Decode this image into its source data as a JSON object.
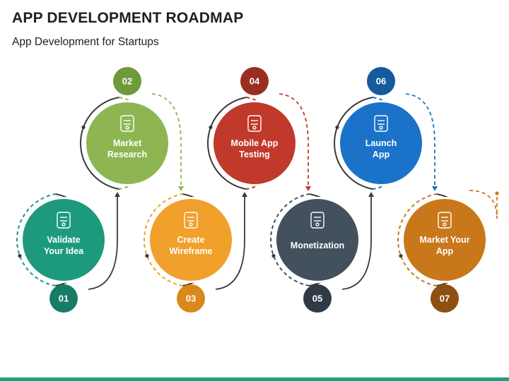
{
  "title": "APP DEVELOPMENT ROADMAP",
  "subtitle": "App Development for Startups",
  "colors": {
    "arc": "#3b3b3b",
    "bottom_bar": "#1e9e82"
  },
  "steps": [
    {
      "number": "01",
      "label": [
        "Validate",
        "Your Idea"
      ],
      "color": "#1d9a7e",
      "badge_color": "#177c66",
      "icon": "lightbulb-gear-icon"
    },
    {
      "number": "02",
      "label": [
        "Market",
        "Research"
      ],
      "color": "#8db653",
      "badge_color": "#6f9a39",
      "icon": "flask-bulb-icon"
    },
    {
      "number": "03",
      "label": [
        "Create",
        "Wireframe"
      ],
      "color": "#f0a02b",
      "badge_color": "#d8891b",
      "icon": "gears-pencil-icon"
    },
    {
      "number": "04",
      "label": [
        "Mobile App",
        "Testing"
      ],
      "color": "#c0392b",
      "badge_color": "#9a2e22",
      "icon": "clipboard-check-icon"
    },
    {
      "number": "05",
      "label": [
        "Monetization"
      ],
      "color": "#43505e",
      "badge_color": "#2f3a46",
      "icon": "phone-grid-icon"
    },
    {
      "number": "06",
      "label": [
        "Launch",
        "App"
      ],
      "color": "#1a73c8",
      "badge_color": "#155a9c",
      "icon": "gift-box-stars-icon"
    },
    {
      "number": "07",
      "label": [
        "Market Your",
        "App"
      ],
      "color": "#c8781a",
      "badge_color": "#8e4f10",
      "icon": "social-media-icon"
    }
  ]
}
